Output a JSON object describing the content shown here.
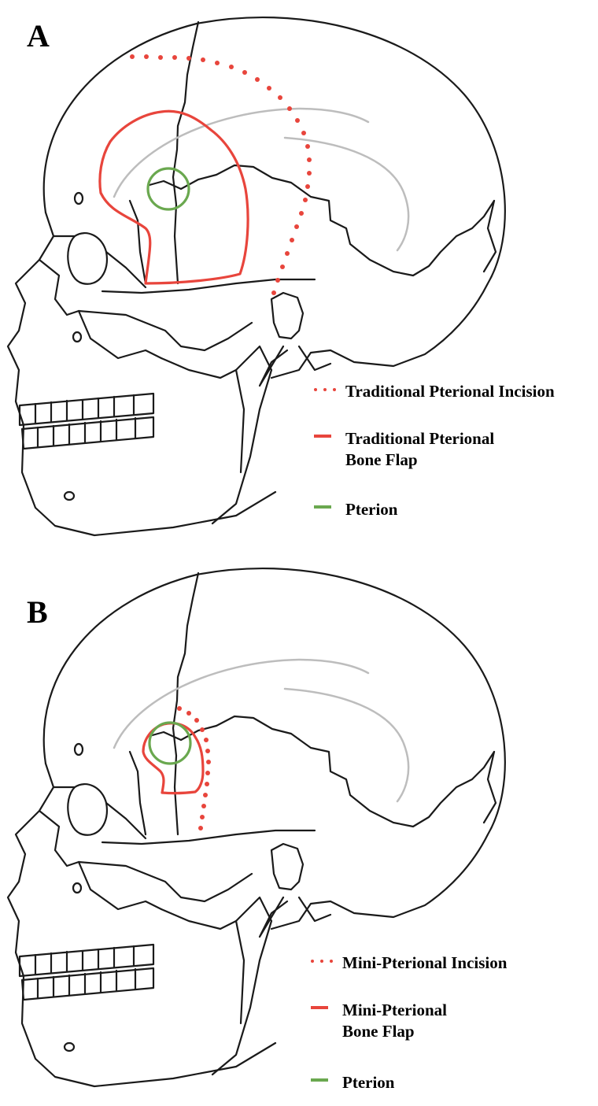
{
  "colors": {
    "incision": "#e8453c",
    "bone_flap": "#e8453c",
    "pterion": "#6aa84f",
    "outline": "#1a1a1a",
    "temporal_line": "#bdbdbd"
  },
  "panels": [
    {
      "letter": "A",
      "legend": [
        {
          "style": "dotted",
          "label": "Traditional Pterional Incision"
        },
        {
          "style": "solid-red",
          "label": "Traditional Pterional\nBone Flap"
        },
        {
          "style": "solid-green",
          "label": "Pterion"
        }
      ]
    },
    {
      "letter": "B",
      "legend": [
        {
          "style": "dotted",
          "label": "Mini-Pterional Incision"
        },
        {
          "style": "solid-red",
          "label": "Mini-Pterional\nBone Flap"
        },
        {
          "style": "solid-green",
          "label": "Pterion"
        }
      ]
    }
  ]
}
